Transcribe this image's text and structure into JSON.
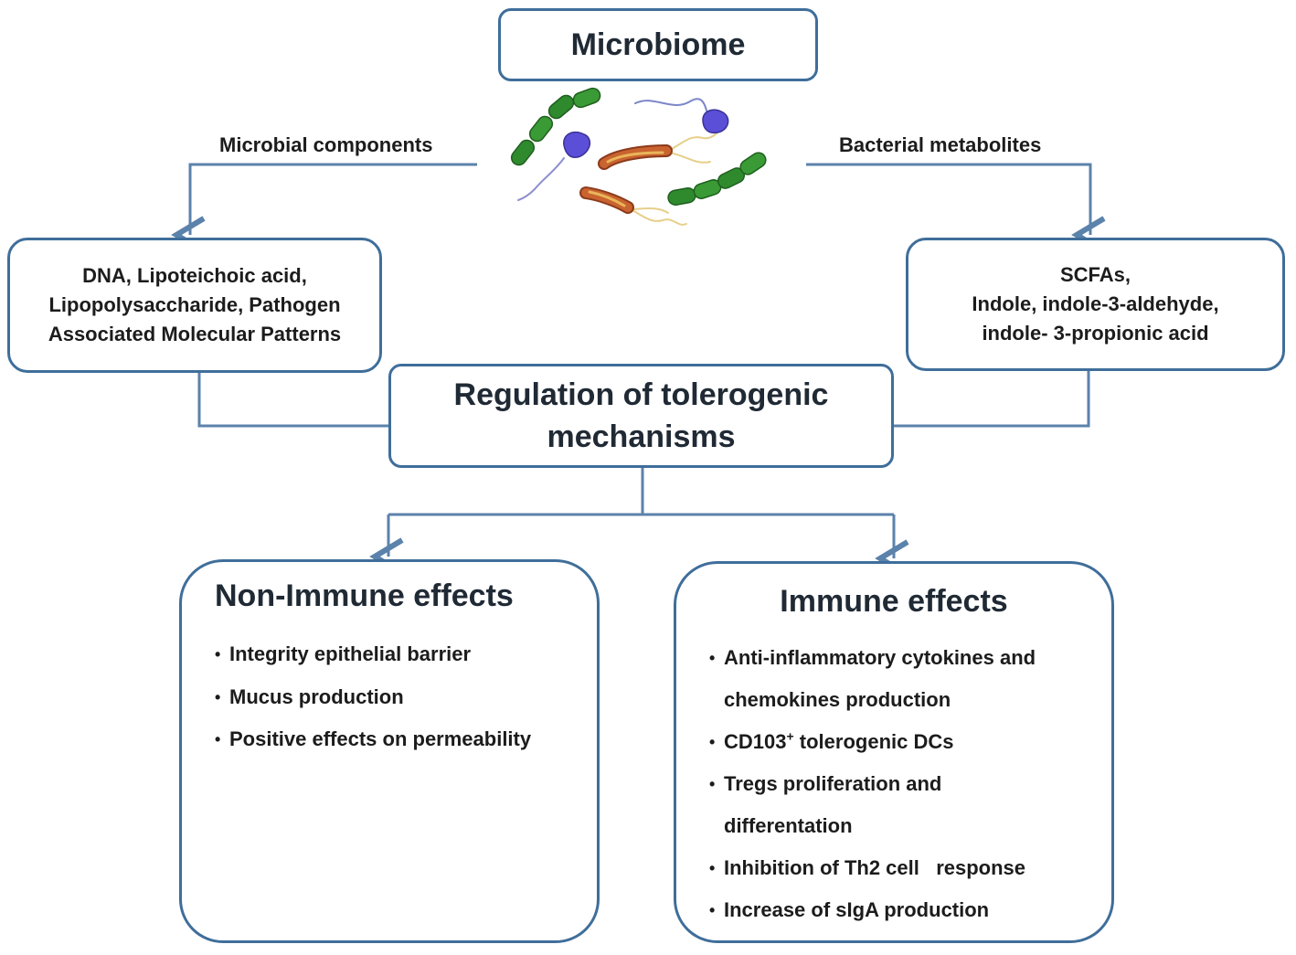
{
  "top": {
    "title": "Microbiome"
  },
  "edges": {
    "left_label": "Microbial components",
    "right_label": "Bacterial metabolites"
  },
  "components": {
    "lines": [
      "DNA, Lipoteichoic acid,",
      "Lipopolysaccharide, Pathogen",
      "Associated Molecular Patterns"
    ]
  },
  "metabolites": {
    "lines": [
      "SCFAs,",
      "Indole, indole-3-aldehyde,",
      "indole- 3-propionic acid"
    ]
  },
  "regulation": {
    "lines": [
      "Regulation of tolerogenic",
      "mechanisms"
    ]
  },
  "nonimmune": {
    "title": "Non-Immune effects",
    "items": [
      "Integrity epithelial barrier",
      "Mucus production",
      "Positive effects on permeability"
    ]
  },
  "immune": {
    "title": "Immune effects",
    "item1_a": "Anti-inflammatory cytokines and",
    "item1_b": "chemokines production",
    "item2_a": "CD103",
    "item2_sup": "+",
    "item2_b": " tolerogenic DCs",
    "item3_a": "Tregs proliferation and",
    "item3_b": "differentation",
    "item4": "Inhibition of Th2 cell   response",
    "item5": "Increase of sIgA production"
  },
  "colors": {
    "border": "#3f6e9a",
    "connector": "#5b82ab",
    "bacteria_green": "#2f8a2e",
    "bacteria_purple": "#5a4fd6",
    "bacteria_orange": "#c9632f"
  }
}
